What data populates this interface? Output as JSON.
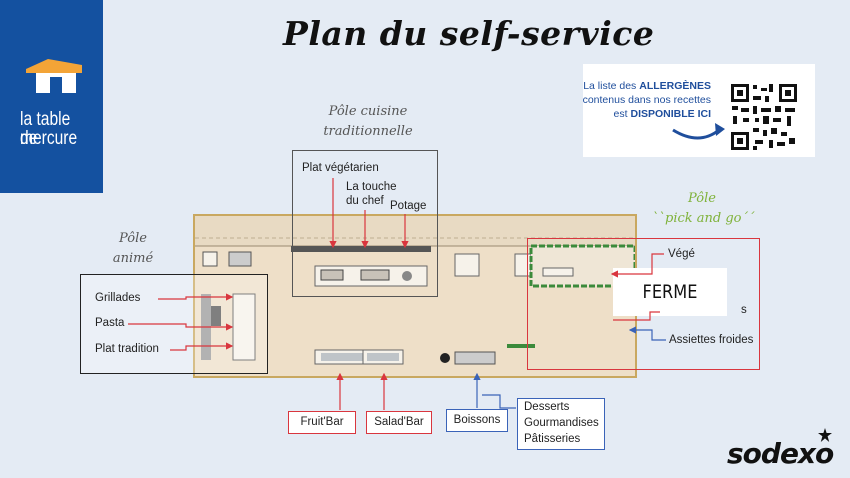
{
  "title": "Plan du self-service",
  "logo": {
    "line1": "la table de",
    "line2": "mercure"
  },
  "zones": {
    "cuisine_line1": "Pôle cuisine",
    "cuisine_line2": "traditionnelle",
    "anime_line1": "Pôle",
    "anime_line2": "animé",
    "pickgo_line1": "Pôle",
    "pickgo_line2": "``pick and go´´"
  },
  "qr_card": {
    "line1_prefix": "La liste des ",
    "line1_bold": "ALLERGÈNES",
    "line2": "contenus dans nos recettes",
    "line3_prefix": "est ",
    "line3_bold": "DISPONIBLE ICI"
  },
  "stations": {
    "vegetarian": "Plat végétarien",
    "chef_line1": "La touche",
    "chef_line2": "du chef",
    "potage": "Potage",
    "grillades": "Grillades",
    "pasta": "Pasta",
    "plat_tradition": "Plat tradition",
    "vege": "Végé",
    "salades_suffix": "s",
    "assiettes_froides": "Assiettes froides",
    "ferme": "FERME",
    "fruit_bar": "Fruit'Bar",
    "salad_bar": "Salad'Bar",
    "boissons": "Boissons",
    "desserts": "Desserts",
    "gourmandises": "Gourmandises",
    "patisseries": "Pâtisseries"
  },
  "brand": "sodexo",
  "colors": {
    "logo_blue": "#1451a0",
    "accent_orange": "#f3a437",
    "pickgo_green": "#7fb23a",
    "red": "#d9363e",
    "blue_line": "#3a63b8"
  }
}
